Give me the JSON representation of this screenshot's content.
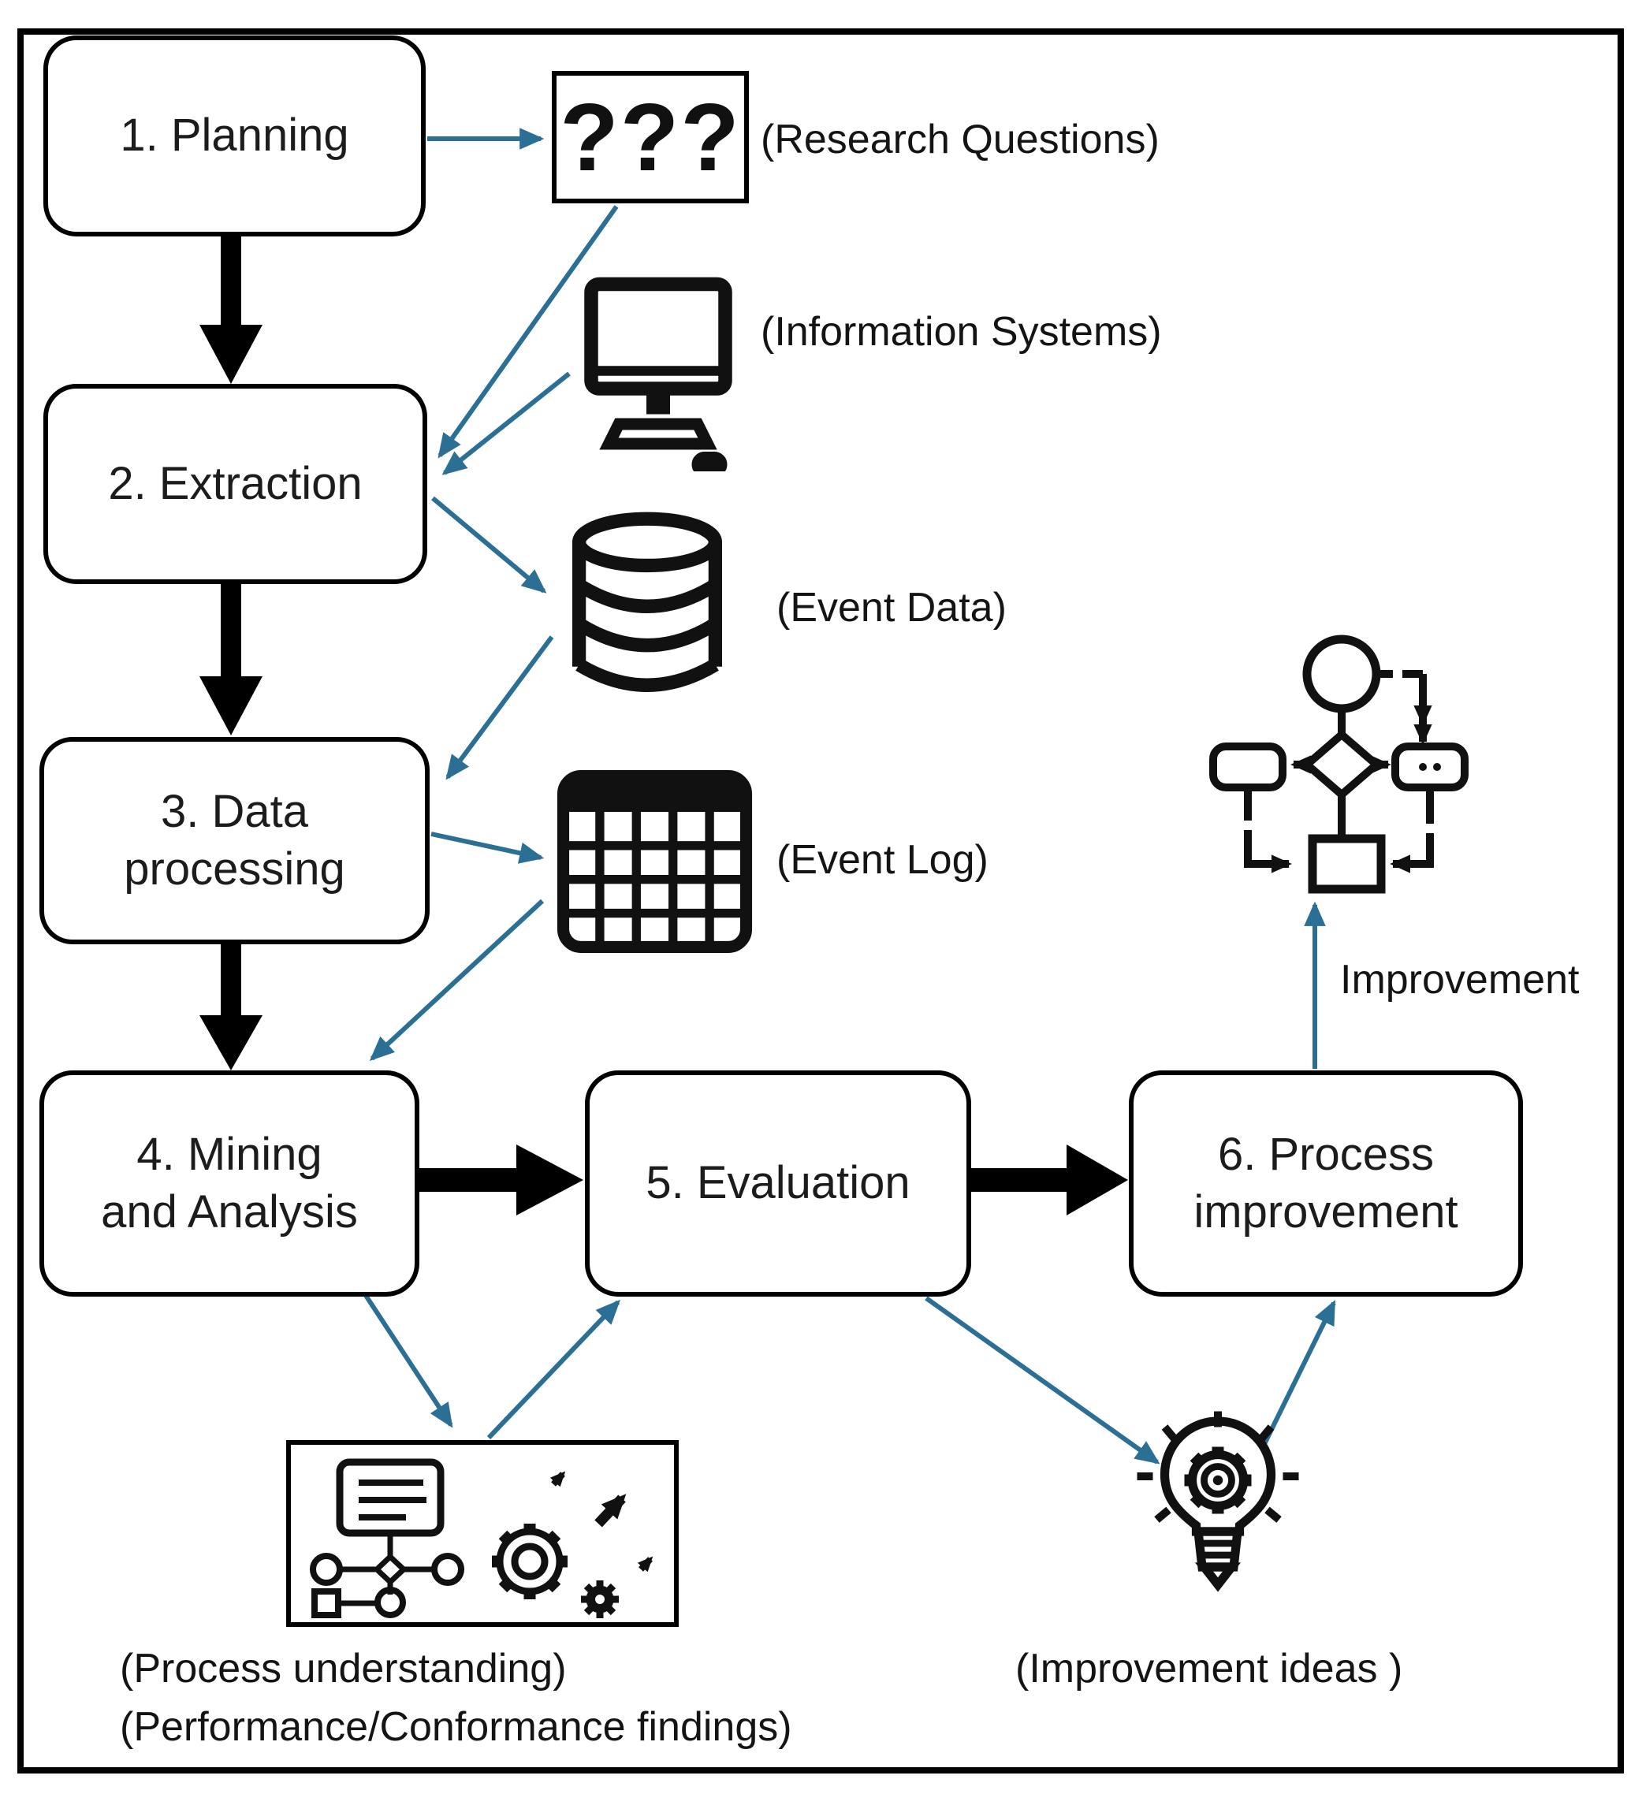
{
  "diagram": {
    "background": "#ffffff",
    "border_color": "#000000",
    "arrow_blue": "#2b6f94",
    "icon_color": "#111111"
  },
  "nodes": {
    "planning": {
      "label": "1. Planning"
    },
    "extraction": {
      "label": "2. Extraction"
    },
    "data_processing": {
      "label": "3. Data\nprocessing"
    },
    "mining": {
      "label": "4. Mining\nand Analysis"
    },
    "evaluation": {
      "label": "5. Evaluation"
    },
    "process_improvement": {
      "label": "6. Process\nimprovement"
    }
  },
  "artifacts": {
    "research_questions": {
      "symbol": "???",
      "label": "(Research Questions)"
    },
    "information_systems": {
      "label": "(Information Systems)"
    },
    "event_data": {
      "label": "(Event Data)"
    },
    "event_log": {
      "label": "(Event Log)"
    },
    "process_model": {
      "arrow_label": "Improvement"
    },
    "analysis_findings": {
      "label_line1": "(Process understanding)",
      "label_line2": "(Performance/Conformance findings)"
    },
    "improvement_ideas": {
      "label": "(Improvement ideas )"
    }
  },
  "edges": [
    {
      "from": "planning",
      "to": "extraction",
      "style": "black-thick"
    },
    {
      "from": "extraction",
      "to": "data_processing",
      "style": "black-thick"
    },
    {
      "from": "data_processing",
      "to": "mining",
      "style": "black-thick"
    },
    {
      "from": "mining",
      "to": "evaluation",
      "style": "black-thick"
    },
    {
      "from": "evaluation",
      "to": "process_improvement",
      "style": "black-thick"
    },
    {
      "from": "planning",
      "to": "research_questions",
      "style": "blue"
    },
    {
      "from": "research_questions",
      "to": "extraction",
      "style": "blue"
    },
    {
      "from": "information_systems",
      "to": "extraction",
      "style": "blue"
    },
    {
      "from": "extraction",
      "to": "event_data",
      "style": "blue"
    },
    {
      "from": "event_data",
      "to": "data_processing",
      "style": "blue"
    },
    {
      "from": "data_processing",
      "to": "event_log",
      "style": "blue"
    },
    {
      "from": "event_log",
      "to": "mining",
      "style": "blue"
    },
    {
      "from": "mining",
      "to": "analysis_findings",
      "style": "blue"
    },
    {
      "from": "analysis_findings",
      "to": "evaluation",
      "style": "blue"
    },
    {
      "from": "evaluation",
      "to": "improvement_ideas",
      "style": "blue"
    },
    {
      "from": "improvement_ideas",
      "to": "process_improvement",
      "style": "blue"
    },
    {
      "from": "process_improvement",
      "to": "process_model",
      "style": "blue",
      "label": "Improvement"
    }
  ]
}
